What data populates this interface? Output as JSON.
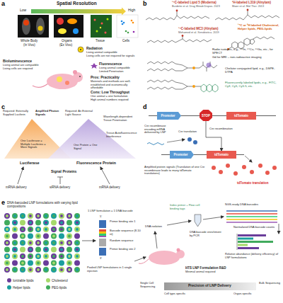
{
  "diagram": {
    "nodes": [
      {
        "text": [
          "Promoter"
        ]
      },
      {
        "text": [
          "STOP"
        ]
      },
      {
        "text": [
          "tdTomato"
        ]
      },
      {
        "text": [
          "Promoter"
        ]
      },
      {
        "text": [
          "tdTomato"
        ]
      }
    ],
    "edges": [
      {
        "from": 1,
        "to": 4,
        "arrow": "to",
        "label": "Cre recombination"
      }
    ],
    "labels": [
      "a",
      "Spatial Resolution",
      "Low",
      "High",
      "Whole Body",
      "(In Vivo)",
      "Organs",
      "(Ex Vivo)",
      "Tissue",
      "Cells",
      "Radiation",
      "Living animal compatible",
      "Living cells are not required for signals",
      "Bioluminescence",
      "Living animal are compatible",
      "Living cells are required",
      "Fluorescence",
      "Living animal compatible",
      "Limited Penetration",
      "Pros: Practicality",
      "Materials and methods are well-established and economically affordable",
      "Cons: Low Throughput",
      "One animal = one formulation",
      "High animal numbers required",
      "b",
      "¹⁴C-labeled Lipid 5 (Moderna)",
      "Burdette et al. Drug Metab Dispos. 2023",
      "³H-labeled L319 (Alnylam)",
      "Maier et al. Mol Ther. 2013",
      "¹⁴C-labeled MC3 (Alnylam)",
      "Mohamed et al. Xenobiotica. 2019",
      "¹⁴C or ³H labeled Cholesterol, Helper lipids, PEG-lipids",
      "Radio isotopes, e.g., ¹¹¹In, ⁶⁴Cu, ⁶⁸Ga, etc., for SPECT",
      "Gd for MRI – non-radioactive imaging",
      "Chelator conjugated lipid, e.g., DSPE-DTPA",
      "Fluorescently labeled lipids, e.g., FITC, Cy3, Cy5, Cy5.5, etc.",
      "c",
      "Required: Externally Supplied Luciferin",
      "Amplified Photon Signals",
      "One Luciferase = Multiple Luciferins = More Signals",
      "Required: An External Light Source",
      "Wavelength-dependent Tissue Penetration",
      "Tissue Autofluorescence Interference",
      "One Protein = One Signal",
      "Luciferase",
      "Fluorescence Protein",
      "Signal Proteins",
      "mRNA delivery",
      "siRNA delivery",
      "mRNA delivery",
      "d",
      "Cre recombinase encoding mRNA delivered by LNP",
      "Cre translation",
      "Amplified protein signals (Translation of one Cre recombinase leads to many tdTomato translations)",
      "tdTomato translation",
      "e",
      "DNA-barcoded LNP formulations with varying lipid compositions",
      "1 LNP formulation = 1 DNA barcode",
      "5'",
      "Primer binding site 1",
      "Barcode sequence (8-10 nt)",
      "Random sequence",
      "Primer binding site 2",
      "3'",
      "Pooled LNP formulations in 1 single injection",
      "DNA isolation",
      "Index primer + Flow cell binding tags",
      "DNA barcode enrichment by PCR",
      "NGS-ready DNA barcodes",
      "Normalized DNA barcode counts",
      "HTS LNP Formulation R&D",
      "Minimal animal required",
      "Relative abundance (delivery efficiency) of LNP formulations",
      "Single Cell Sequencing",
      "Bulk Sequencing",
      "Precision of LNP Delivery",
      "Cell type-specific",
      "Organ-specific"
    ],
    "legend": [
      {
        "text": "Ionizable lipids",
        "color": "#6a3d9a"
      },
      {
        "text": "Cholesterol",
        "color": "#a6d96a"
      },
      {
        "text": "Helper lipids",
        "color": "#1b9e9e"
      },
      {
        "text": "PEG-lipids",
        "color": "#41ab5d"
      }
    ]
  }
}
